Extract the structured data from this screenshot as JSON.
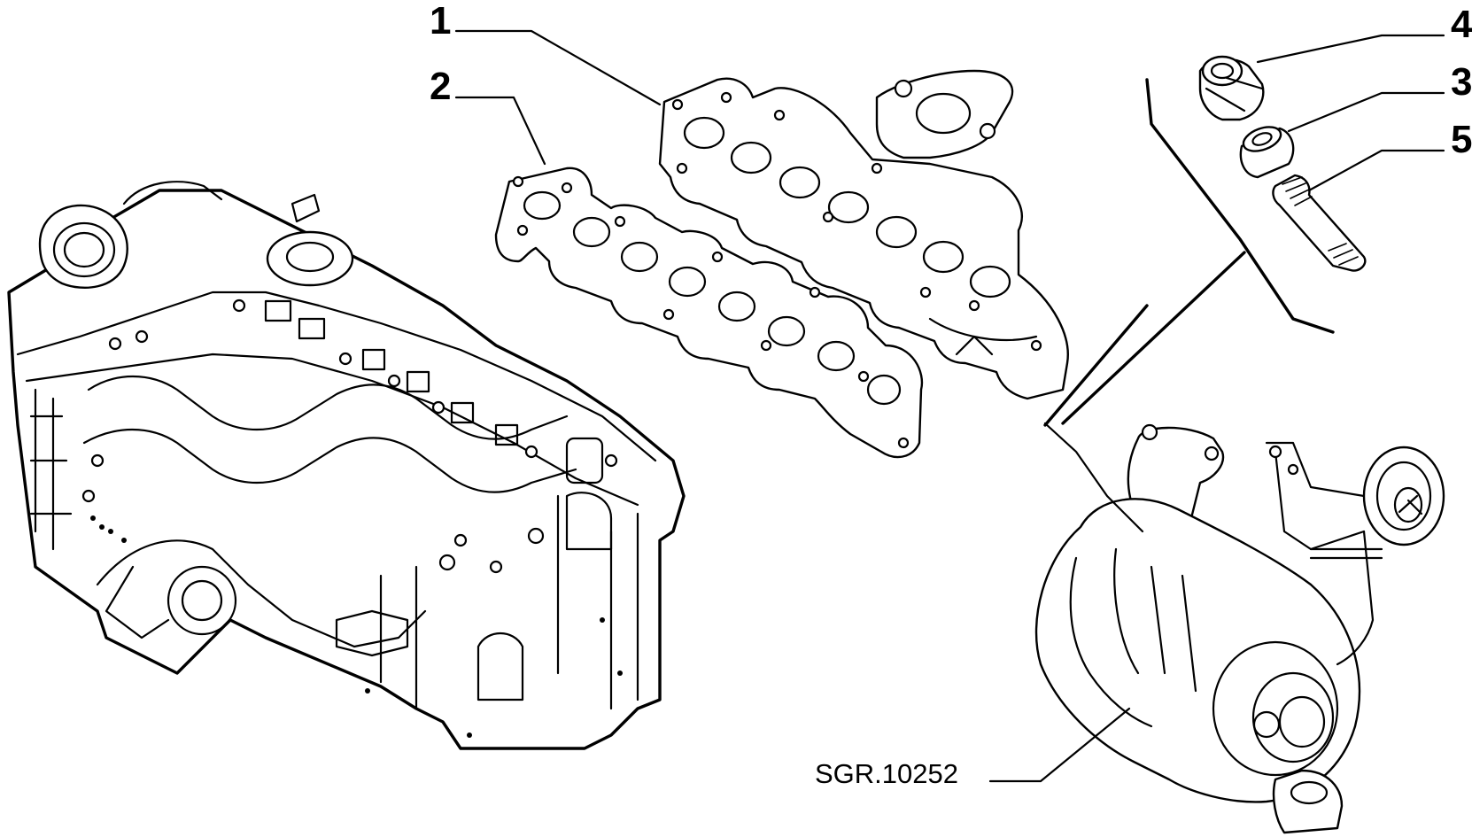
{
  "callouts": [
    {
      "id": "1",
      "label": "1"
    },
    {
      "id": "2",
      "label": "2"
    },
    {
      "id": "3",
      "label": "3"
    },
    {
      "id": "4",
      "label": "4"
    },
    {
      "id": "5",
      "label": "5"
    }
  ],
  "drawing_reference": "SGR.10252",
  "parts": [
    {
      "callout": "1",
      "icon": "exhaust-manifold-icon"
    },
    {
      "callout": "2",
      "icon": "manifold-gasket-icon"
    },
    {
      "callout": "3",
      "icon": "washer-icon"
    },
    {
      "callout": "4",
      "icon": "nut-icon"
    },
    {
      "callout": "5",
      "icon": "stud-icon"
    },
    {
      "callout": "",
      "icon": "cylinder-head-icon"
    },
    {
      "callout": "",
      "icon": "turbocharger-icon"
    }
  ]
}
